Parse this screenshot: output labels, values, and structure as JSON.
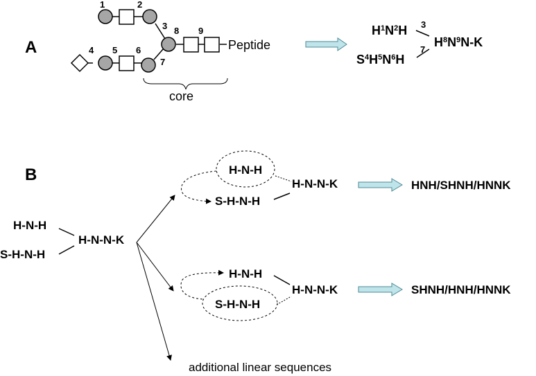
{
  "panel_a": {
    "label": "A",
    "residue_numbers": [
      "1",
      "2",
      "3",
      "4",
      "5",
      "6",
      "7",
      "8",
      "9"
    ],
    "peptide_label": "Peptide",
    "core_label": "core",
    "linear": {
      "top": {
        "parts": [
          "H",
          "1",
          "N",
          "2",
          "H"
        ]
      },
      "bottom": {
        "parts": [
          "S",
          "4",
          "H",
          "5",
          "N",
          "6",
          "H"
        ]
      },
      "right": {
        "parts": [
          "H",
          "8",
          "N",
          "9",
          "N-K"
        ]
      },
      "link_top_num": "3",
      "link_bottom_num": "7"
    }
  },
  "panel_b": {
    "label": "B",
    "left": {
      "top": "H-N-H",
      "bottom": "S-H-N-H",
      "core": "H-N-N-K"
    },
    "branch1": {
      "top": "H-N-H",
      "bottom": "S-H-N-H",
      "core": "H-N-N-K",
      "result": "HNH/SHNH/HNNK"
    },
    "branch2": {
      "top": "H-N-H",
      "bottom": "S-H-N-H",
      "core": "H-N-N-K",
      "result": "SHNH/HNH/HNNK"
    },
    "additional": "additional linear sequences"
  },
  "colors": {
    "residue_fill": "#a6a6a6",
    "arrow_fill": "#bfe4ea",
    "arrow_stroke": "#4d8a96"
  }
}
